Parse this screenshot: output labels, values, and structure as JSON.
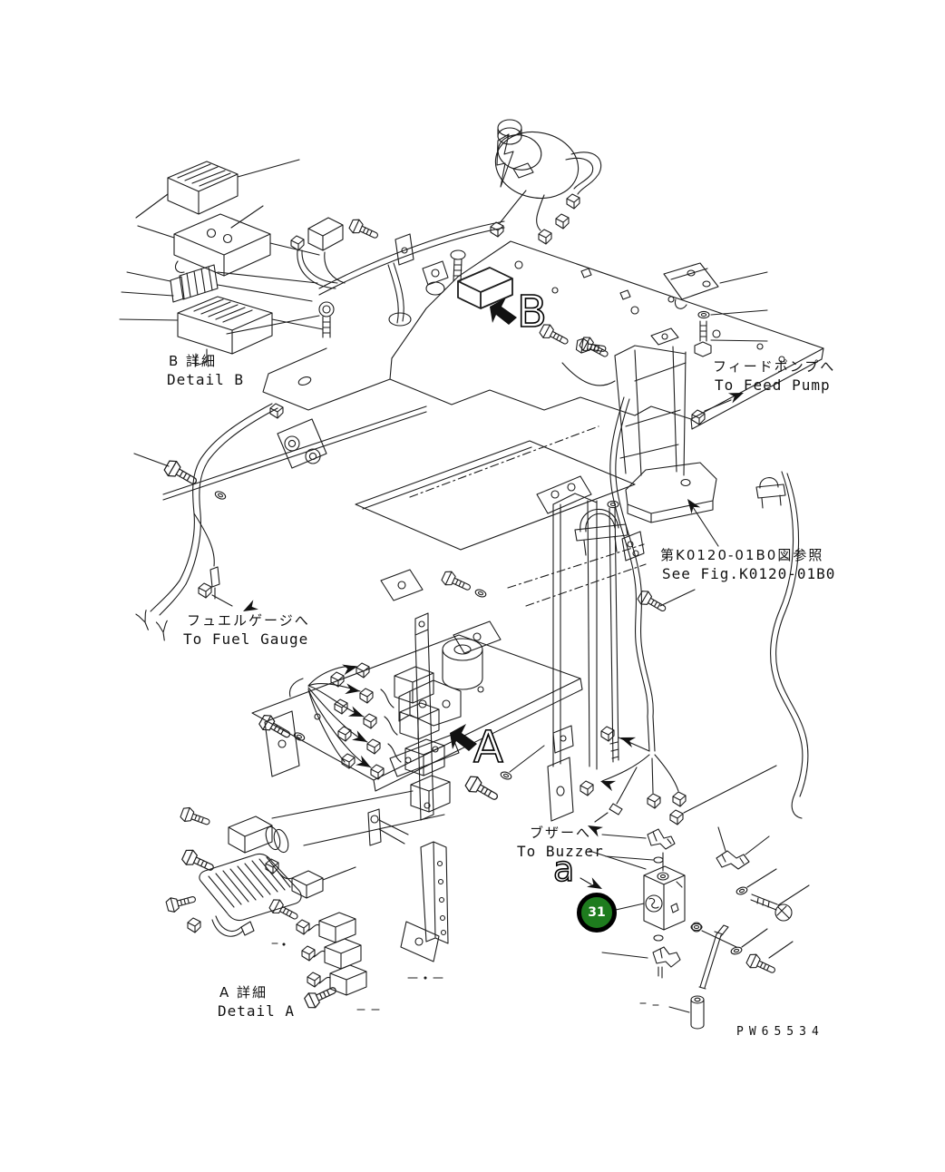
{
  "drawing": {
    "code": "PW65534",
    "background": "#ffffff",
    "line_color": "#1c1c1c",
    "type": "exploded-parts-diagram"
  },
  "badge": {
    "number": "31",
    "fill": "#1e7c1e",
    "ring_color": "#000000",
    "text_color": "#ffffff"
  },
  "markers": {
    "view_b": "B",
    "view_a": "A",
    "section_a": "a"
  },
  "callouts": {
    "detail_b": {
      "jp": "B 詳細",
      "en": "Detail B"
    },
    "detail_a": {
      "jp": "A 詳細",
      "en": "Detail A"
    },
    "feed_pump": {
      "jp": "フィードポンプへ",
      "en": "To Feed Pump"
    },
    "fuel_gauge": {
      "jp": "フュエルゲージへ",
      "en": "To Fuel Gauge"
    },
    "buzzer": {
      "jp": "ブザーへ",
      "en": "To Buzzer"
    },
    "see_fig": {
      "jp": "第K0120-01B0図参照",
      "en": "See Fig.K0120-01B0"
    }
  }
}
